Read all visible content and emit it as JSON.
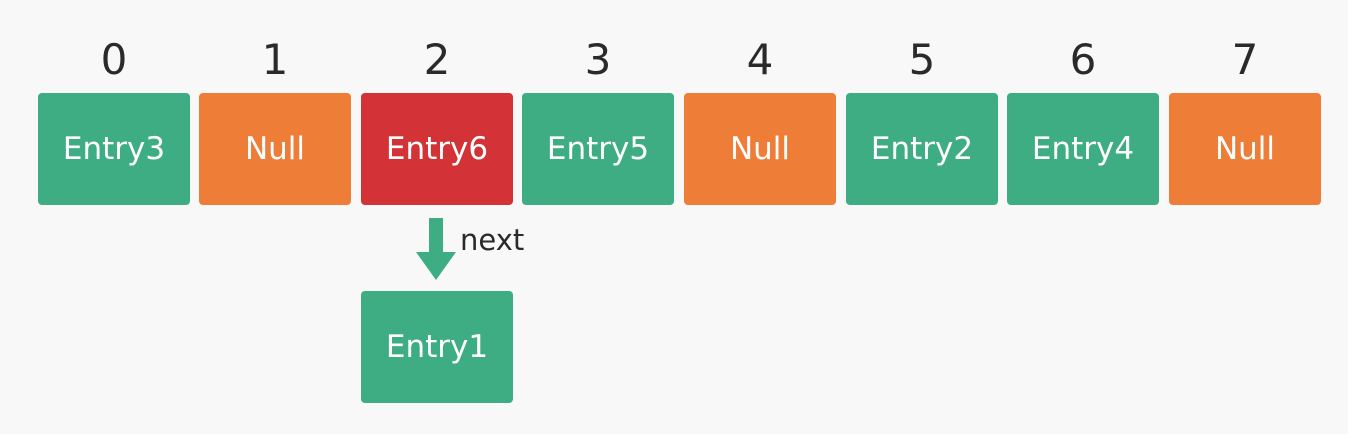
{
  "indices": [
    "0",
    "1",
    "2",
    "3",
    "4",
    "5",
    "6",
    "7"
  ],
  "buckets": [
    {
      "label": "Entry3",
      "kind": "entry"
    },
    {
      "label": "Null",
      "kind": "null"
    },
    {
      "label": "Entry6",
      "kind": "highlighted"
    },
    {
      "label": "Entry5",
      "kind": "entry"
    },
    {
      "label": "Null",
      "kind": "null"
    },
    {
      "label": "Entry2",
      "kind": "entry"
    },
    {
      "label": "Entry4",
      "kind": "entry"
    },
    {
      "label": "Null",
      "kind": "null"
    }
  ],
  "chain": {
    "arrow_label": "next",
    "node_label": "Entry1"
  },
  "colors": {
    "entry": "#3fad84",
    "null": "#ee7d37",
    "highlighted": "#d33336",
    "background": "#f8f8f8"
  }
}
